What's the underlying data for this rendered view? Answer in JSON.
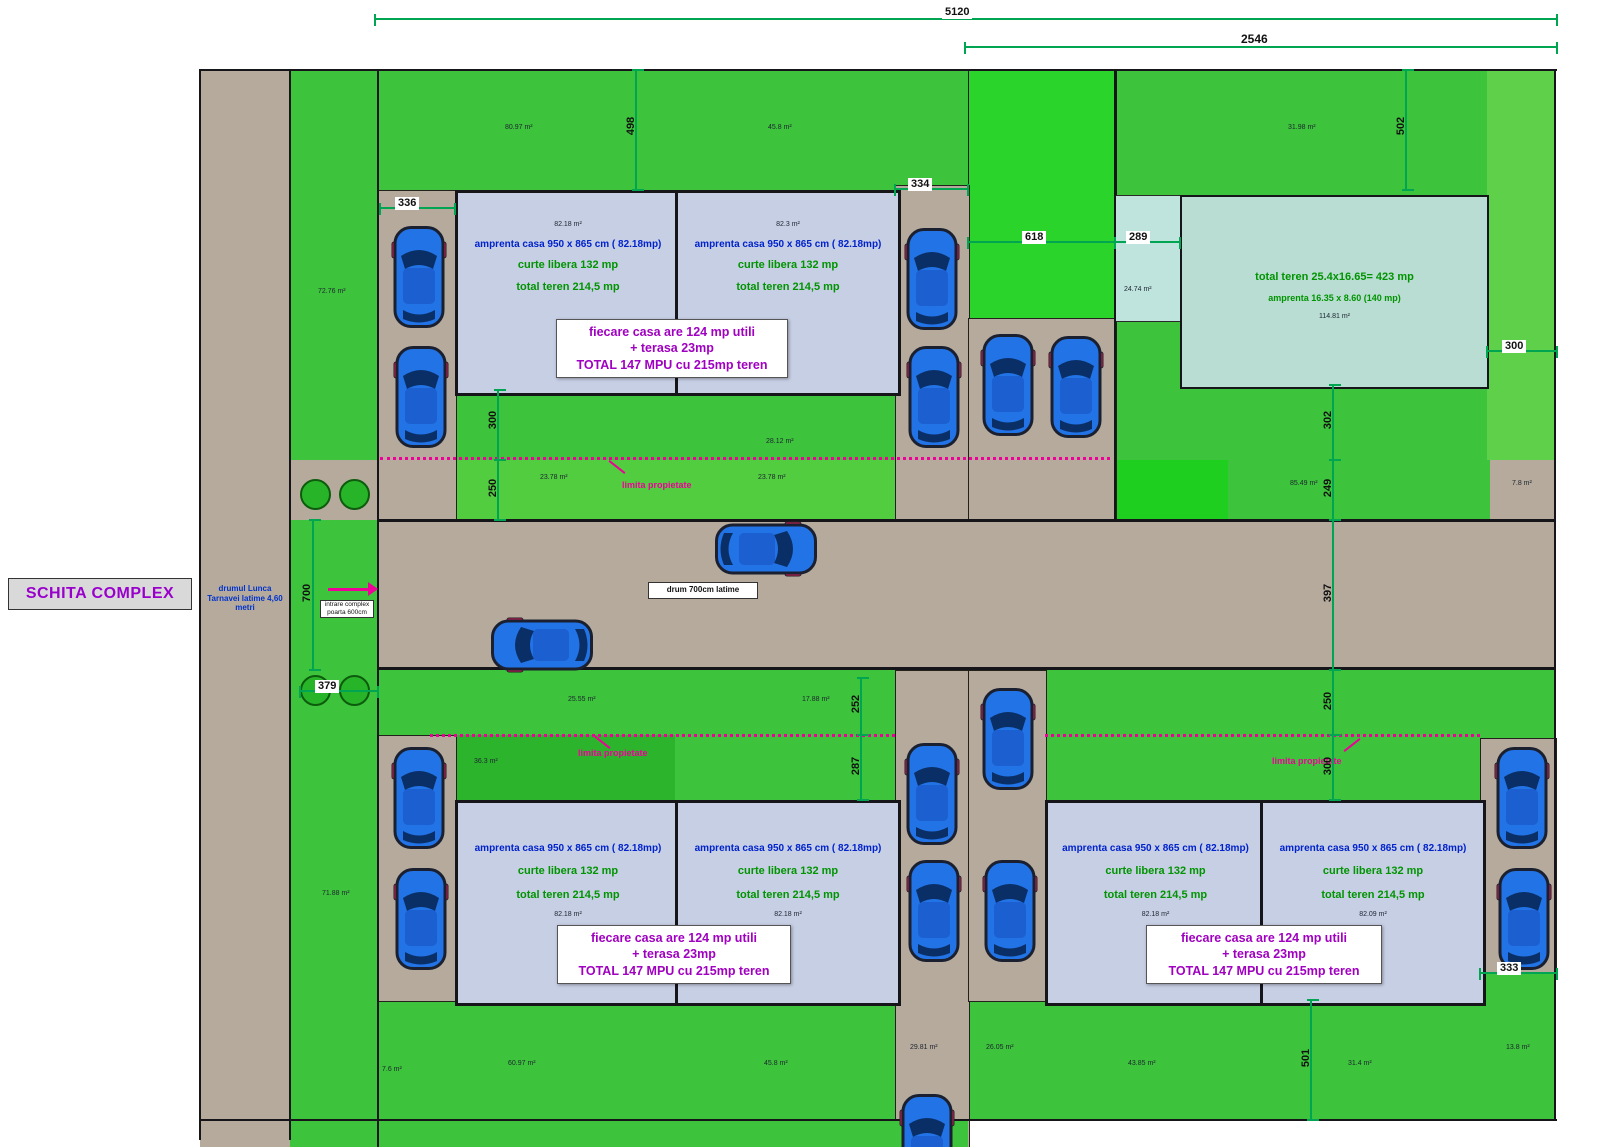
{
  "title": "SCHITA COMPLEX",
  "street_label": "drumul Lunca Tarnavei latime 4,60 metri",
  "entrance_label": "intrare complex poarta 600cm",
  "road_label": "drum 700cm latime",
  "limita_label": "limita propietate",
  "house": {
    "amprenta": "amprenta casa 950 x 865 cm ( 82.18mp)",
    "curte": "curte libera 132 mp",
    "teren": "total teren 214,5 mp"
  },
  "big_house": {
    "teren": "total teren 25.4x16.65= 423 mp",
    "amprenta": "amprenta 16.35 x 8.60 (140 mp)",
    "area": "114.81 m²"
  },
  "info_box": {
    "line1": "fiecare casa are 124 mp utili",
    "line2": "+ terasa 23mp",
    "line3": "TOTAL 147 MPU cu 215mp teren"
  },
  "dims": {
    "overall": "5120",
    "right_block": "2546",
    "v498": "498",
    "v502": "502",
    "h336": "336",
    "h334": "334",
    "h618": "618",
    "h289": "289",
    "h300_right": "300",
    "v300_left": "300",
    "v250_left": "250",
    "v700": "700",
    "h379": "379",
    "v397": "397",
    "v302": "302",
    "v249": "249",
    "v252": "252",
    "v287": "287",
    "v250_right": "250",
    "v300_right": "300",
    "h333": "333",
    "v501": "501"
  },
  "areas": {
    "a1": "80.97 m²",
    "a2": "45.8 m²",
    "a3": "31.98 m²",
    "a4": "72.76 m²",
    "a5": "23.78 m²",
    "a6": "23.78 m²",
    "a7": "28.12 m²",
    "a8": "24.74 m²",
    "a9": "85.49 m²",
    "a10": "7.8 m²",
    "h1": "82.18 m²",
    "h2": "82.3 m²",
    "h3": "82.18 m²",
    "h4": "82.18 m²",
    "h5": "82.18 m²",
    "h6": "82.09 m²",
    "b1": "36.3 m²",
    "b2": "25.55 m²",
    "b3": "17.88 m²",
    "b4": "29.81 m²",
    "b5": "26.05 m²",
    "b6": "60.97 m²",
    "b7": "45.8 m²",
    "b8": "43.85 m²",
    "b9": "31.4 m²",
    "b10": "13.8 m²",
    "b11": "7.6 m²",
    "b12": "71.88 m²"
  },
  "colors": {
    "green_base": "#3ec43c",
    "green_bright": "#2bd42b",
    "road_gray": "#b5aa9c",
    "house_fill": "#c7cfe5",
    "teal_fill": "#b9dcd3",
    "dim_green": "#00a552",
    "magenta": "#ee0099",
    "purple_text": "#a000c0",
    "blue_text": "#0022cc",
    "green_text": "#009400",
    "car_blue": "#2273e6"
  }
}
